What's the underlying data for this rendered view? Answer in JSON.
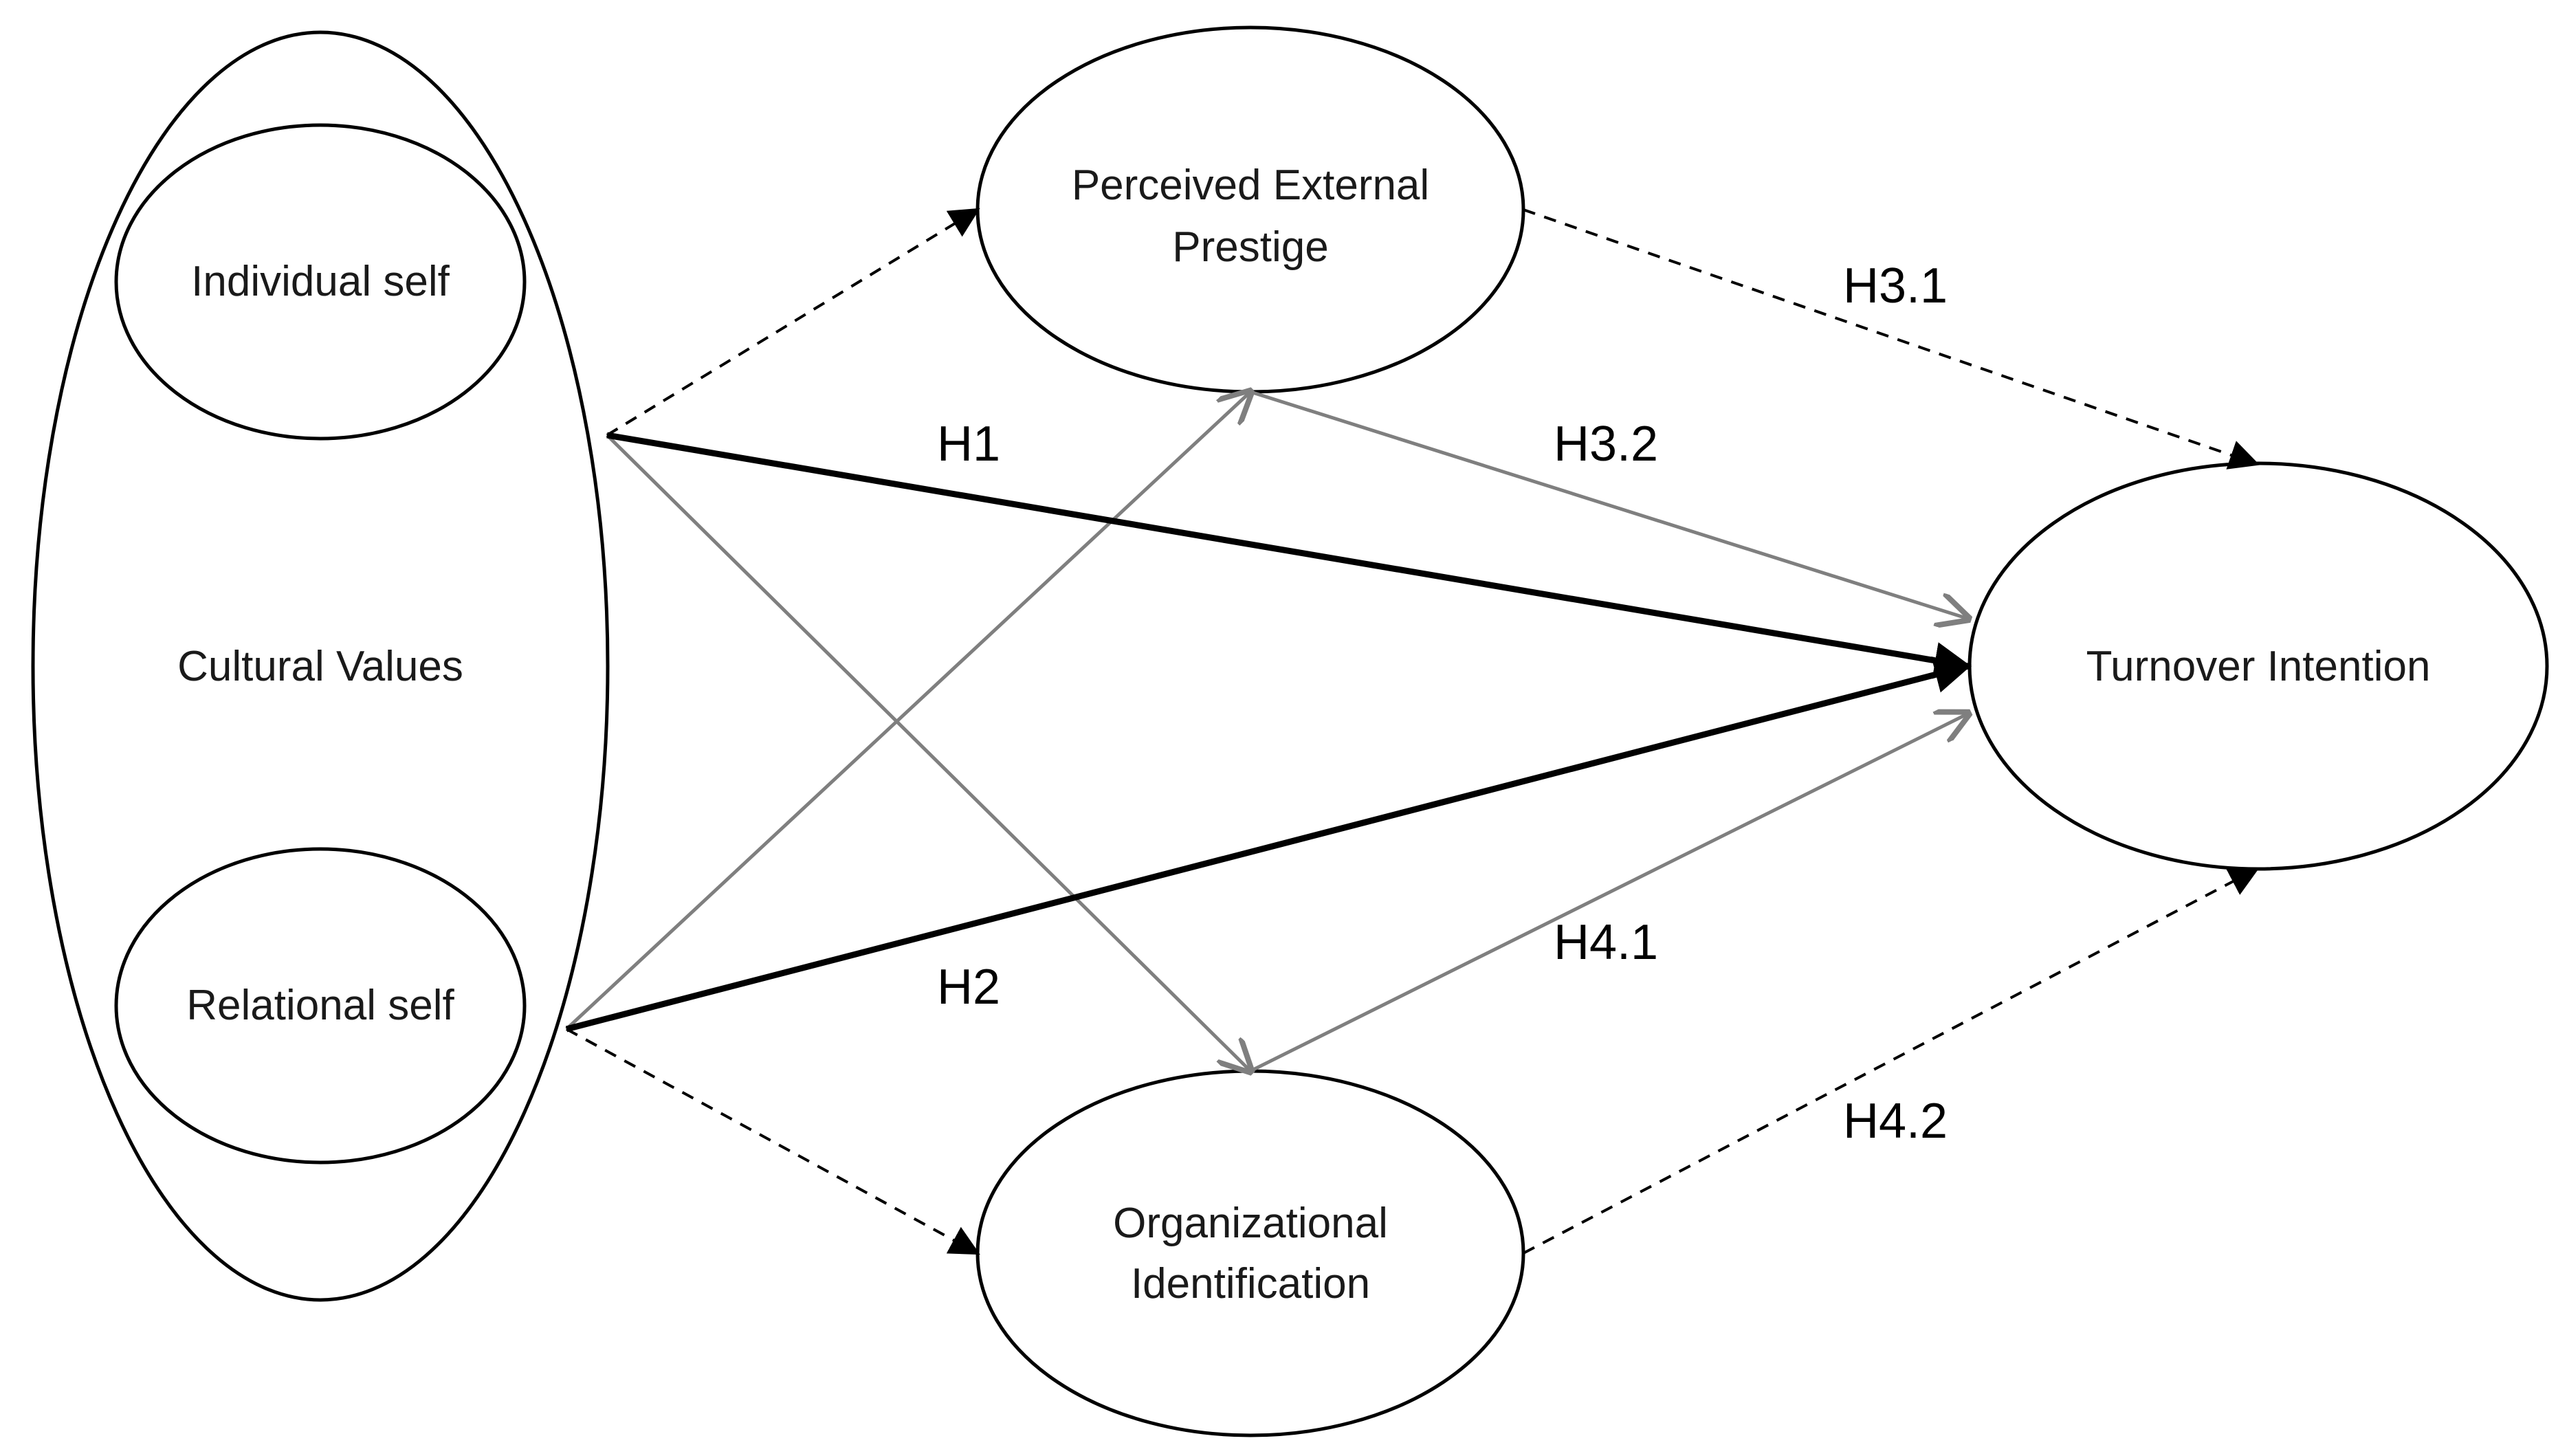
{
  "nodes": {
    "cultural_values": "Cultural Values",
    "individual_self": "Individual self",
    "relational_self": "Relational self",
    "perceived_external_prestige": [
      "Perceived External",
      "Prestige"
    ],
    "organizational_identification": [
      "Organizational",
      "Identification"
    ],
    "turnover_intention": "Turnover Intention"
  },
  "hypotheses": {
    "h1": "H1",
    "h2": "H2",
    "h3_1": "H3.1",
    "h3_2": "H3.2",
    "h4_1": "H4.1",
    "h4_2": "H4.2"
  },
  "colors": {
    "primary_edge": "#000000",
    "secondary_edge": "#7f7f7f",
    "node_stroke": "#000000",
    "background": "#ffffff"
  }
}
